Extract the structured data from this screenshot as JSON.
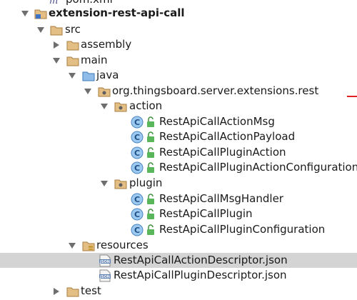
{
  "tree": {
    "pom": "pom.xml",
    "project": "extension-rest-api-call",
    "src": "src",
    "assembly": "assembly",
    "main": "main",
    "java": "java",
    "package": "org.thingsboard.server.extensions.rest",
    "action": "action",
    "action_classes": [
      "RestApiCallActionMsg",
      "RestApiCallActionPayload",
      "RestApiCallPluginAction",
      "RestApiCallPluginActionConfiguration"
    ],
    "plugin": "plugin",
    "plugin_classes": [
      "RestApiCallMsgHandler",
      "RestApiCallPlugin",
      "RestApiCallPluginConfiguration"
    ],
    "resources": "resources",
    "resource_files": [
      "RestApiCallActionDescriptor.json",
      "RestApiCallPluginDescriptor.json"
    ],
    "test": "test",
    "selected_item": "RestApiCallActionDescriptor.json"
  },
  "colors": {
    "folder": "#c8a165",
    "source_folder": "#6ba0d6",
    "class_icon": "#6fa9dc",
    "selection": "#d4d4d4",
    "marker": "#e02020"
  },
  "icons": {
    "expanded": "chevron-down-icon",
    "collapsed": "chevron-right-icon",
    "folder": "folder-icon",
    "class": "class-c-icon",
    "json": "json-file-icon"
  }
}
